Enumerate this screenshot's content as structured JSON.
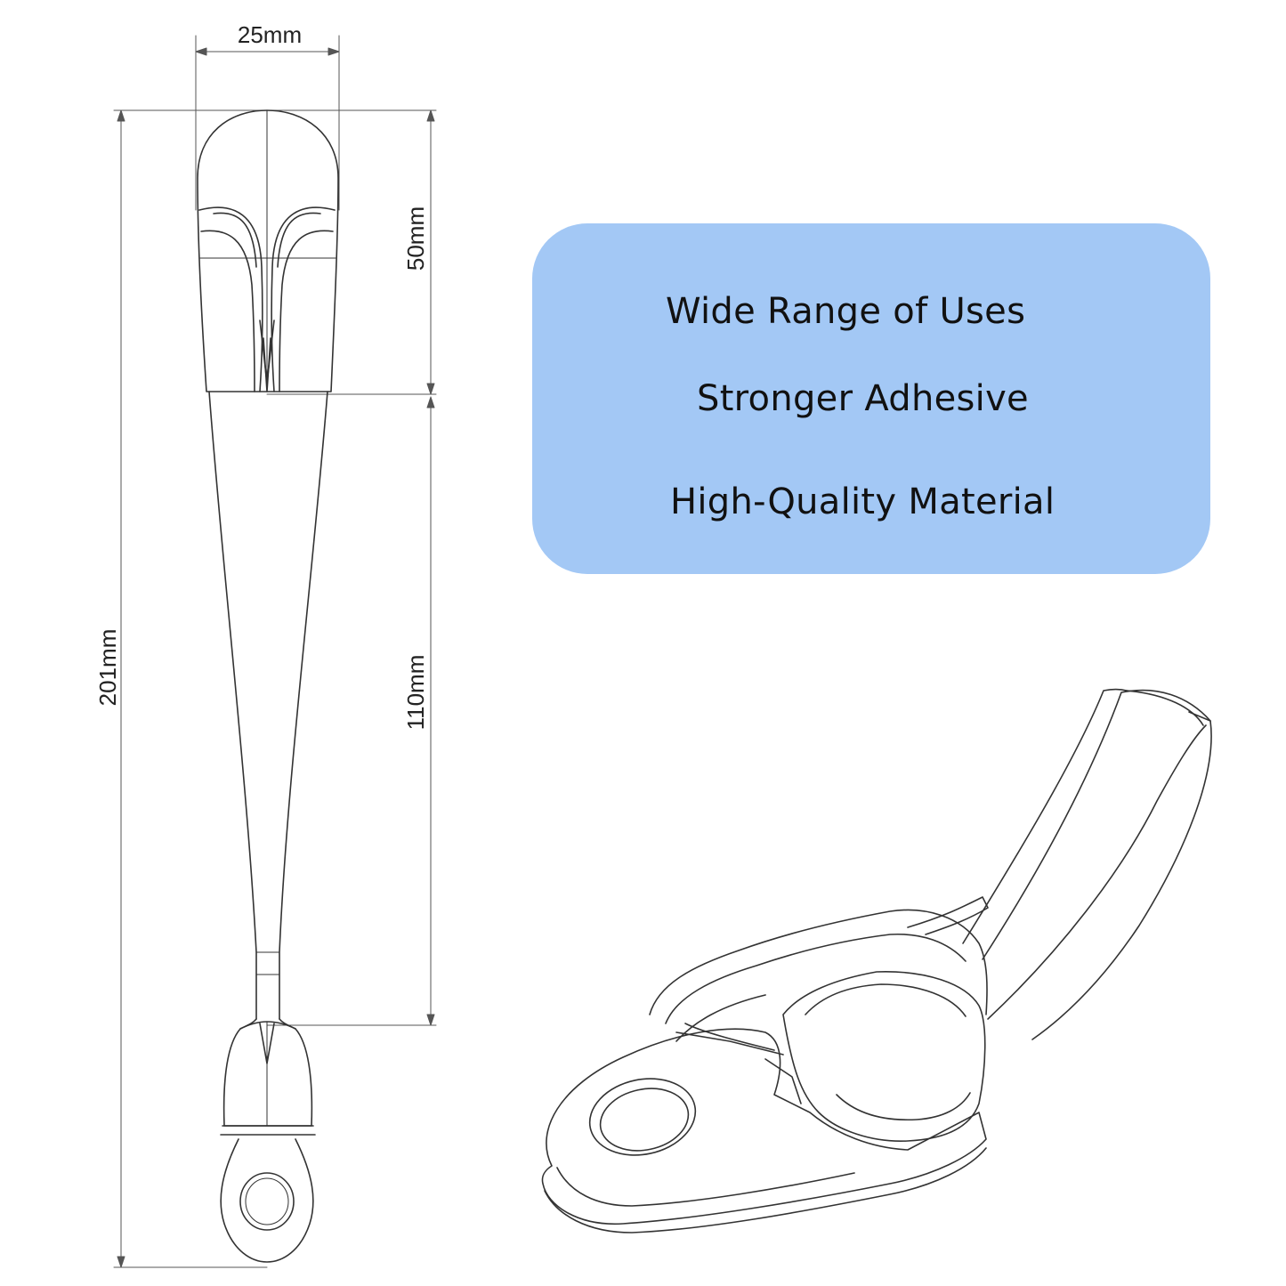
{
  "dimensions": {
    "width_label": "25mm",
    "head_length_label": "50mm",
    "total_length_label": "201mm",
    "strap_length_label": "110mm"
  },
  "features": {
    "line1": "Wide Range of Uses",
    "line2": "Stronger Adhesive",
    "line3": "High-Quality Material"
  },
  "colors": {
    "feature_box": "#a3c8f5",
    "line_art": "#333333"
  }
}
